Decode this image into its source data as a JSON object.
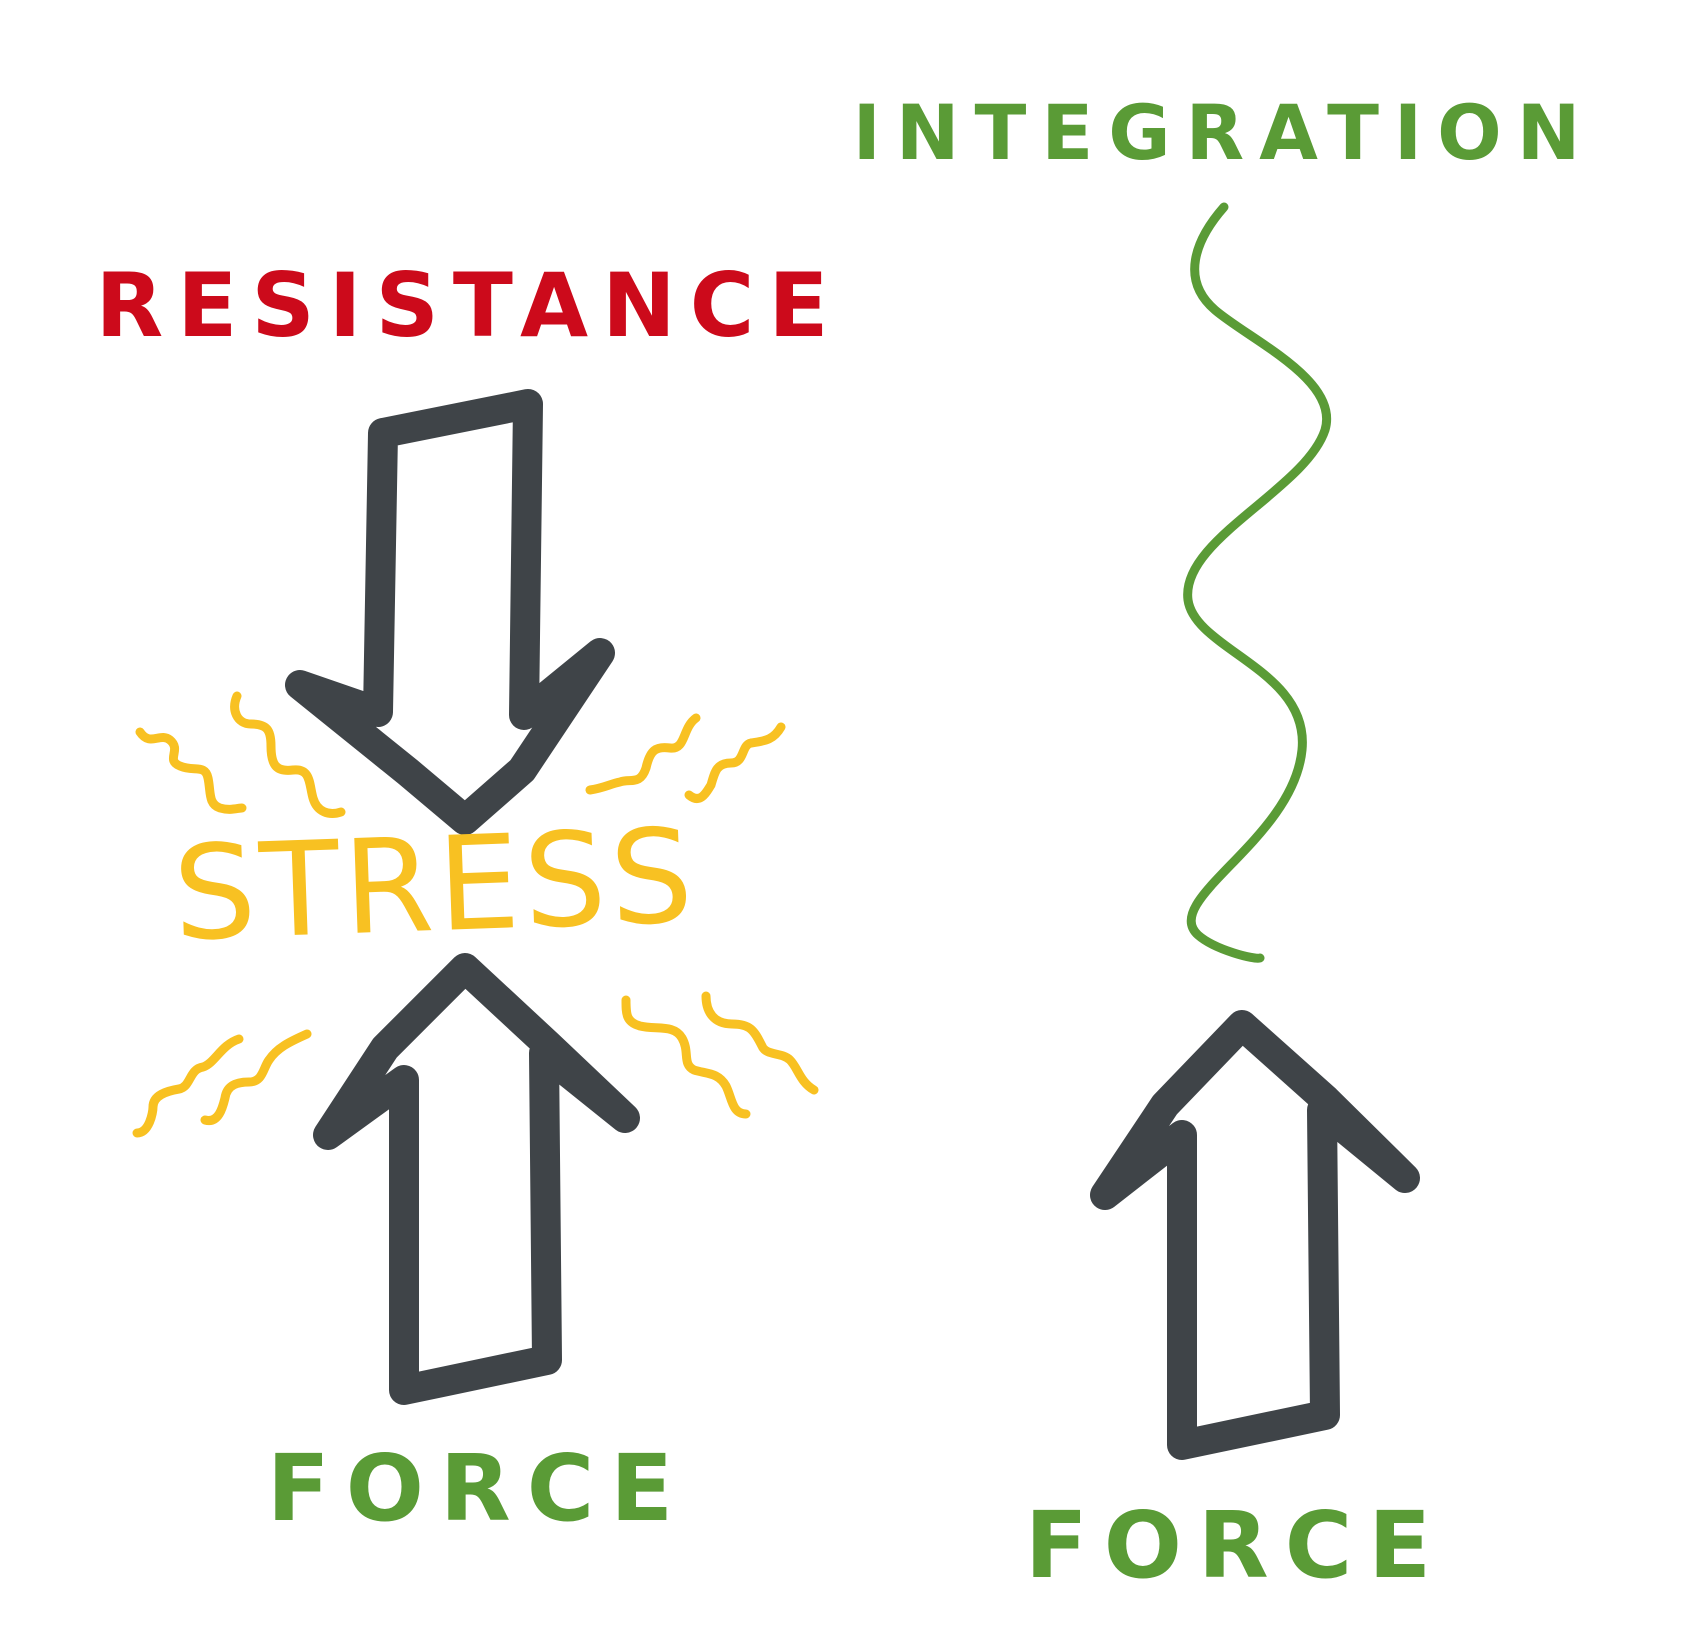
{
  "labels": {
    "resistance": "RESISTANCE",
    "stress": "STRESS",
    "force_left": "FORCE",
    "integration": "INTEGRATION",
    "force_right": "FORCE"
  },
  "colors": {
    "resistance": "#cc0a1b",
    "stress": "#f8c122",
    "force": "#5a9b36",
    "integration": "#5a9b36",
    "arrow": "#3f4448",
    "background": "#ffffff"
  }
}
